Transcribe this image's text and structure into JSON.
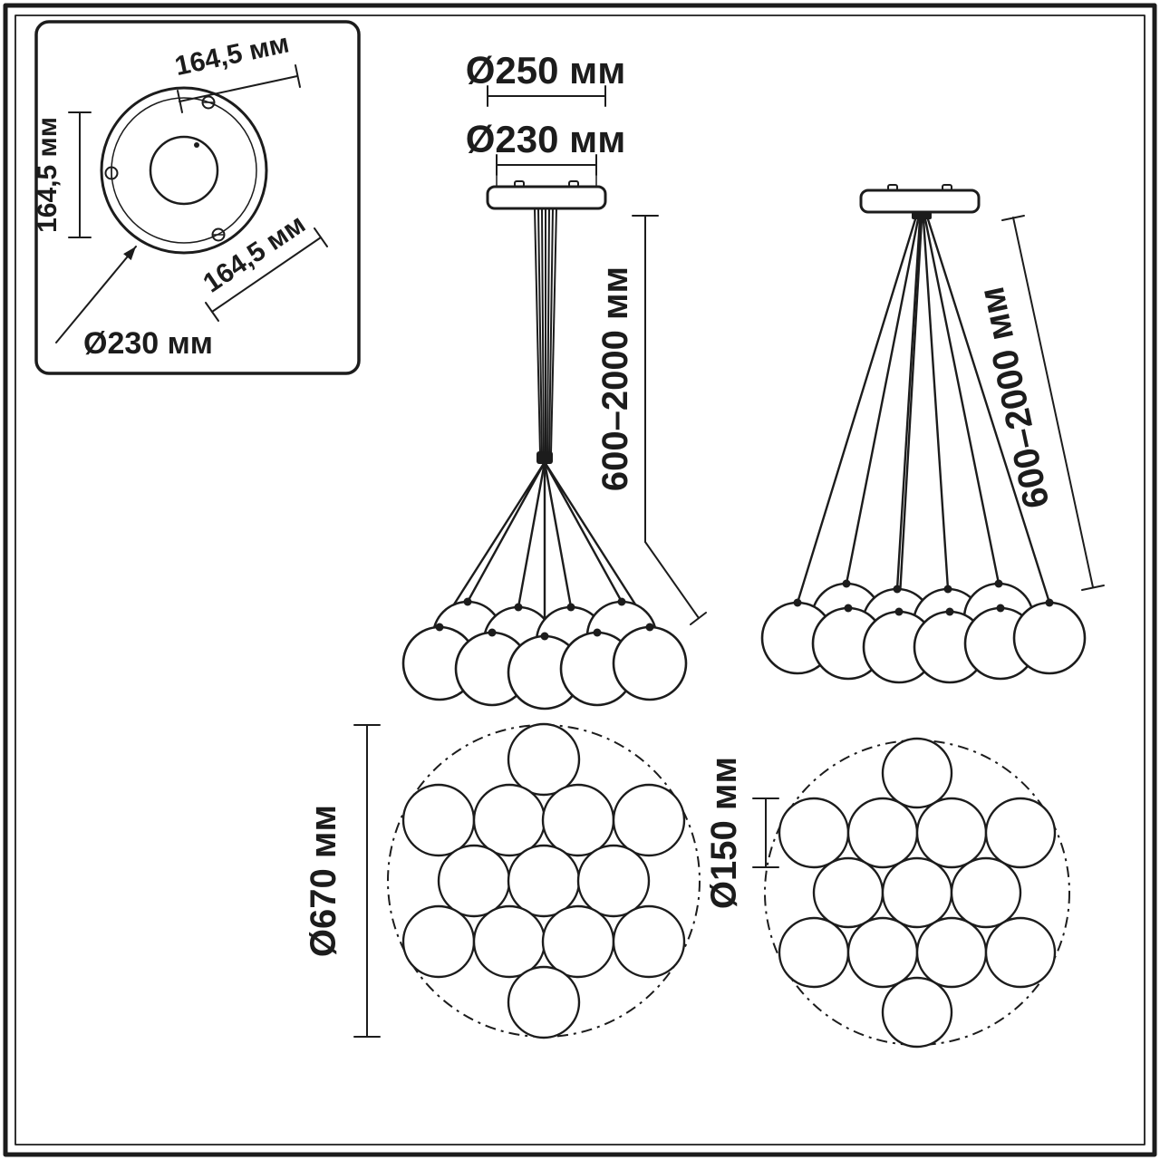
{
  "colors": {
    "line": "#1c1c1c",
    "background": "#ffffff"
  },
  "inset_plate": {
    "dim_top": "164,5 мм",
    "dim_left": "164,5 мм",
    "dim_bottom_right": "164,5 мм",
    "dim_diameter": "Ø230 мм"
  },
  "pendant_front": {
    "dim_canopy_outer": "Ø250 мм",
    "dim_canopy_inner": "Ø230 мм",
    "dim_cord": "600–2000 мм"
  },
  "pendant_spread": {
    "dim_cord": "600–2000 мм"
  },
  "cluster_large": {
    "dim_diameter": "Ø670 мм"
  },
  "cluster_small": {
    "dim_ball": "Ø150 мм"
  }
}
